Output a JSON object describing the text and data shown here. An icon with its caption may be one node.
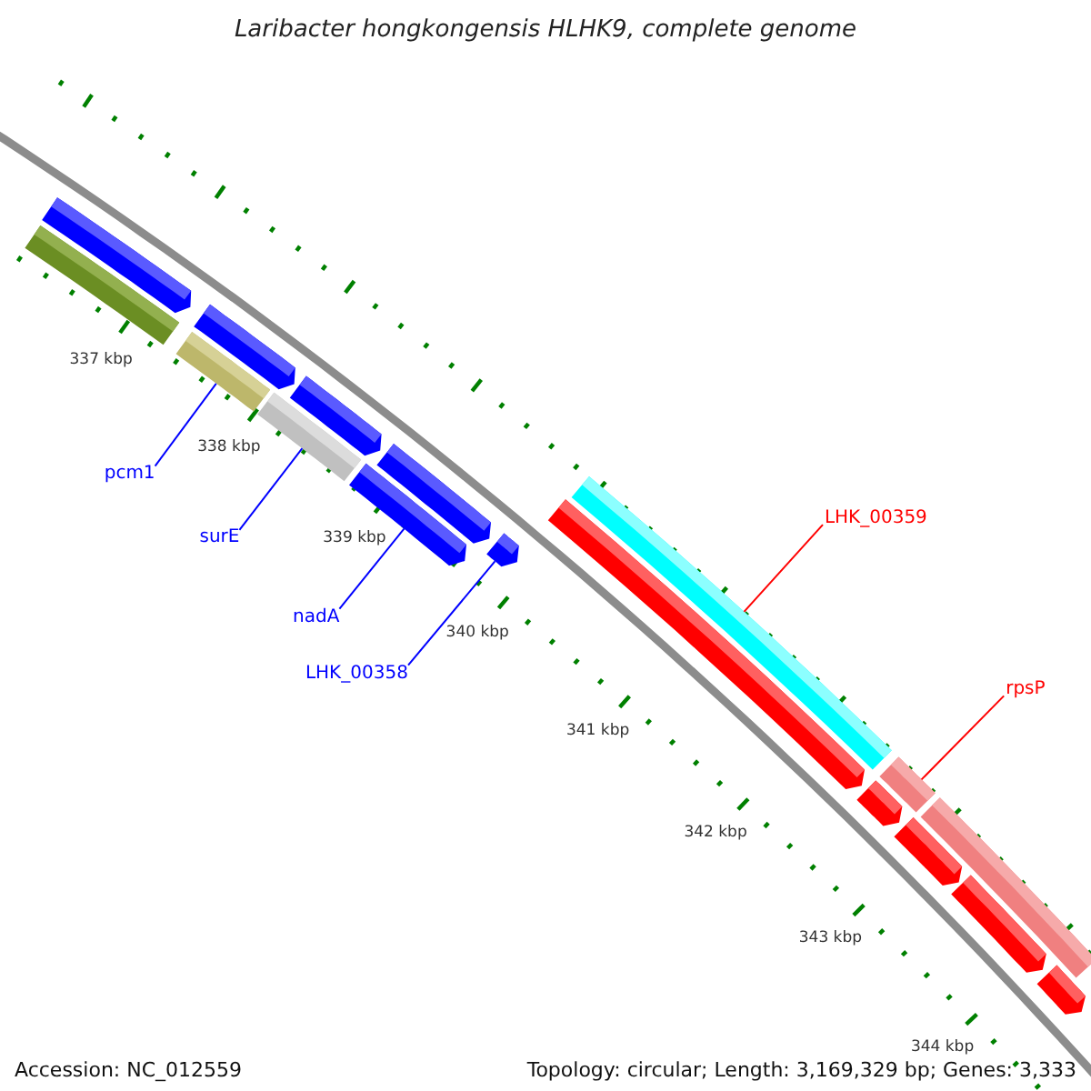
{
  "diagram": {
    "title": "Laribacter hongkongensis HLHK9, complete genome",
    "nodes": [
      {
        "text": [
          "pcm1"
        ]
      },
      {
        "text": [
          "surE"
        ]
      },
      {
        "text": [
          "nadA"
        ]
      },
      {
        "text": [
          "LHK_00358"
        ]
      },
      {
        "text": [
          "LHK_00359"
        ]
      },
      {
        "text": [
          "rpsP"
        ]
      },
      {
        "text": [],
        "shape": "bar"
      },
      {
        "text": [],
        "shape": "arrow"
      },
      {
        "text": [],
        "shape": "bar"
      },
      {
        "text": [],
        "shape": "arrow"
      },
      {
        "text": [],
        "shape": "bar"
      },
      {
        "text": [],
        "shape": "arrow"
      },
      {
        "text": [],
        "shape": "arrow"
      },
      {
        "text": [],
        "shape": "arrow"
      },
      {
        "text": [],
        "shape": "arrow"
      },
      {
        "text": [],
        "shape": "arrow"
      },
      {
        "text": [],
        "shape": "bar"
      },
      {
        "text": [],
        "shape": "arrow"
      },
      {
        "text": [],
        "shape": "bar"
      },
      {
        "text": [],
        "shape": "arrow"
      },
      {
        "text": [],
        "shape": "bar"
      },
      {
        "text": [],
        "shape": "arrow"
      },
      {
        "text": [],
        "shape": "arrow"
      }
    ],
    "edges": [
      {
        "from": 0,
        "to": 8,
        "arrow": "none"
      },
      {
        "from": 1,
        "to": 10,
        "arrow": "none"
      },
      {
        "from": 2,
        "to": 12,
        "arrow": "none"
      },
      {
        "from": 3,
        "to": 14,
        "arrow": "none"
      },
      {
        "from": 4,
        "to": 16,
        "arrow": "none",
        "color": "#ff0000"
      },
      {
        "from": 5,
        "to": 18,
        "arrow": "none",
        "color": "#ff0000"
      }
    ],
    "labels": [
      "337 kbp",
      "338 kbp",
      "339 kbp",
      "340 kbp",
      "341 kbp",
      "342 kbp",
      "343 kbp",
      "344 kbp",
      "Accession: NC_012559",
      "Topology: circular; Length: 3,169,329 bp; Genes: 3,333"
    ]
  }
}
